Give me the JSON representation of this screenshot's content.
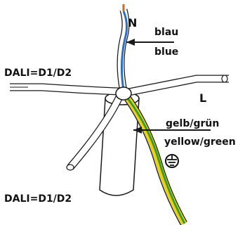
{
  "labels": {
    "neutral": "N",
    "blue_de": "blau",
    "blue_en": "blue",
    "dali_top": "DALI=D1/D2",
    "line": "L",
    "earth_de": "gelb/grün",
    "earth_en": "yellow/green",
    "dali_bottom": "DALI=D1/D2"
  },
  "colors": {
    "wire_blue": "#2b6fc0",
    "earth_yellow": "#e6d21a",
    "earth_green": "#3a9a3a",
    "copper": "#b87333",
    "insulation": "#ffffff",
    "outline": "#1a1a1a"
  },
  "icons": {
    "earth_symbol": "ground-symbol-icon"
  }
}
